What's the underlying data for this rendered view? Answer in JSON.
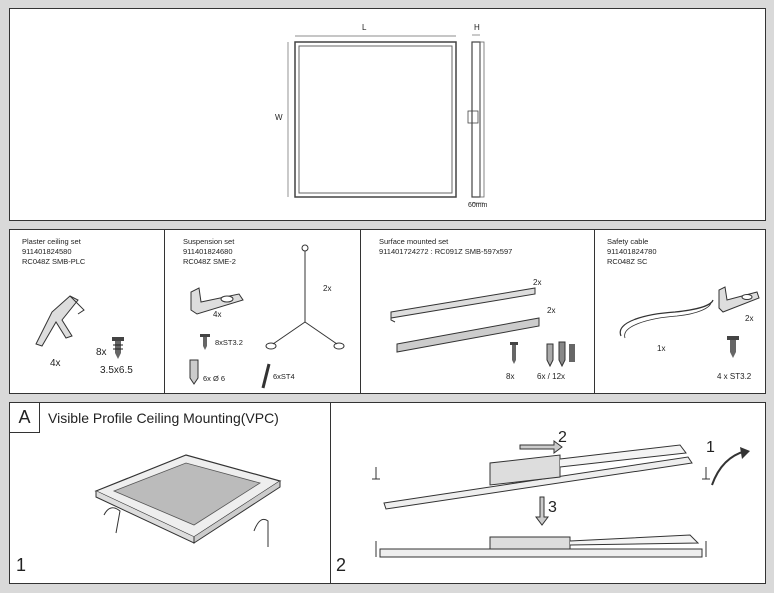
{
  "dimensions": {
    "length": "L",
    "width": "W",
    "height": "H",
    "depth": "60mm"
  },
  "sets": [
    {
      "title": "Plaster ceiling set",
      "code": "911401824580",
      "ref": "RC048Z SMB-PLC",
      "qty_a": "4x",
      "qty_b": "8x",
      "size": "3.5x6.5"
    },
    {
      "title": "Suspension set",
      "code": "911401824680",
      "ref": "RC048Z SME-2",
      "qty_a": "4x",
      "qty_b": "2x",
      "screw": "8xST3.2",
      "plug": "6x Ø 6",
      "screw2": "6xST4"
    },
    {
      "title": "Surface mounted set",
      "code": "911401724272 : RC091Z SMB-597x597",
      "qty_a": "2x",
      "qty_b": "2x",
      "qty_c": "8x",
      "qty_d": "6x / 12x"
    },
    {
      "title": "Safety cable",
      "code": "911401824780",
      "ref": "RC048Z SC",
      "qty_a": "2x",
      "qty_b": "1x",
      "screw": "4 x ST3.2"
    }
  ],
  "section": {
    "letter": "A",
    "title": "Visible Profile Ceiling Mounting(VPC)"
  },
  "steps": {
    "s1": "1",
    "s2": "2",
    "arrow1": "1",
    "arrow2": "2",
    "arrow3": "3"
  }
}
